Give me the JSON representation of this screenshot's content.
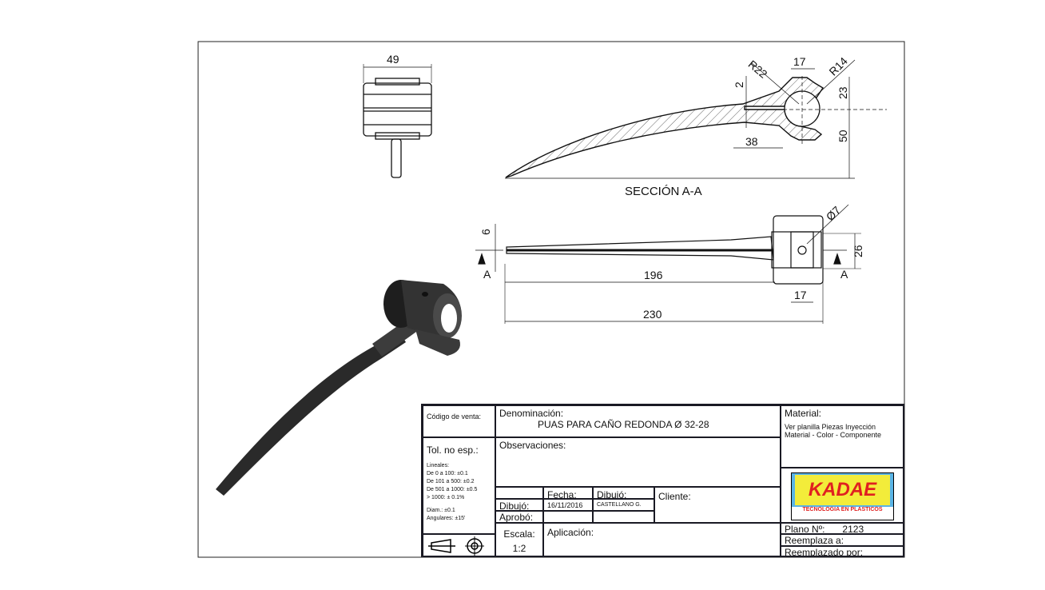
{
  "views": {
    "front": {
      "dims": {
        "width": "49"
      }
    },
    "section": {
      "title": "SECCIÓN A-A",
      "dims": {
        "r22": "R22",
        "d17": "17",
        "r14": "R14",
        "d2": "2",
        "d23": "23",
        "d38": "38",
        "d50": "50"
      }
    },
    "top": {
      "dims": {
        "d6": "6",
        "d196": "196",
        "d230": "230",
        "d17": "17",
        "d26": "26",
        "dia7": "Ø7",
        "sectionA_left": "A",
        "sectionA_right": "A"
      }
    }
  },
  "title_block": {
    "codigo_label": "Código de venta:",
    "denominacion_label": "Denominación:",
    "denominacion_value": "PUAS PARA CAÑO REDONDA Ø 32-28",
    "material_label": "Material:",
    "material_line1": "Ver planilla Piezas Inyección",
    "material_line2": "Material - Color - Componente",
    "tol_label": "Tol. no esp.:",
    "tol_lines": [
      "Lineales:",
      "De 0 a 100: ±0.1",
      "De 101 a 500: ±0.2",
      "De 501 a 1000: ±0.5",
      "> 1000: ± 0.1%"
    ],
    "tol_diam": "Diam.: ±0.1",
    "tol_ang": "Angulares: ±15'",
    "observaciones_label": "Observaciones:",
    "fecha_label": "Fecha:",
    "dibujo_col_label": "Dibujó:",
    "dibujo_row_label": "Dibujó:",
    "aprobo_label": "Aprobó:",
    "fecha_value": "16/11/2016",
    "dibujante_value": "CASTELLANO G.",
    "cliente_label": "Cliente:",
    "escala_label": "Escala:",
    "escala_value": "1:2",
    "aplicacion_label": "Aplicación:",
    "plano_label": "Plano Nº:",
    "plano_value": "2123",
    "reemplaza_label": "Reemplaza a:",
    "reemplazado_label": "Reemplazado por:",
    "logo": {
      "brand": "KADAE",
      "tagline": "TECNOLOGIA EN PLASTICOS",
      "colors": {
        "red": "#e02020",
        "yellow": "#f3ec3a",
        "blue": "#5ab4e6"
      }
    }
  }
}
